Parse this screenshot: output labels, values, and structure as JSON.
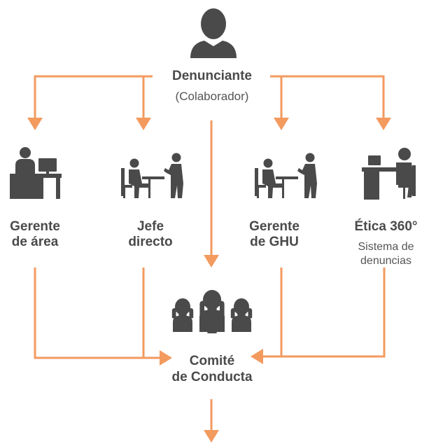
{
  "colors": {
    "arrow": "#f39a5f",
    "icon": "#4a4a4a",
    "text": "#4a4a4a"
  },
  "source": {
    "title": "Denunciante",
    "subtitle": "(Colaborador)",
    "icon": "person-icon"
  },
  "channels": [
    {
      "line1": "Gerente",
      "line2": "de área",
      "icon": "office-desk-icon"
    },
    {
      "line1": "Jefe",
      "line2": "directo",
      "icon": "meeting-icon"
    },
    {
      "line1": "Gerente",
      "line2": "de GHU",
      "icon": "meeting-icon"
    },
    {
      "line1": "Ética 360°",
      "sub1": "Sistema de",
      "sub2": "denuncias",
      "icon": "computer-user-icon"
    }
  ],
  "destination": {
    "line1": "Comité",
    "line2": "de Conducta",
    "icon": "group-icon"
  }
}
